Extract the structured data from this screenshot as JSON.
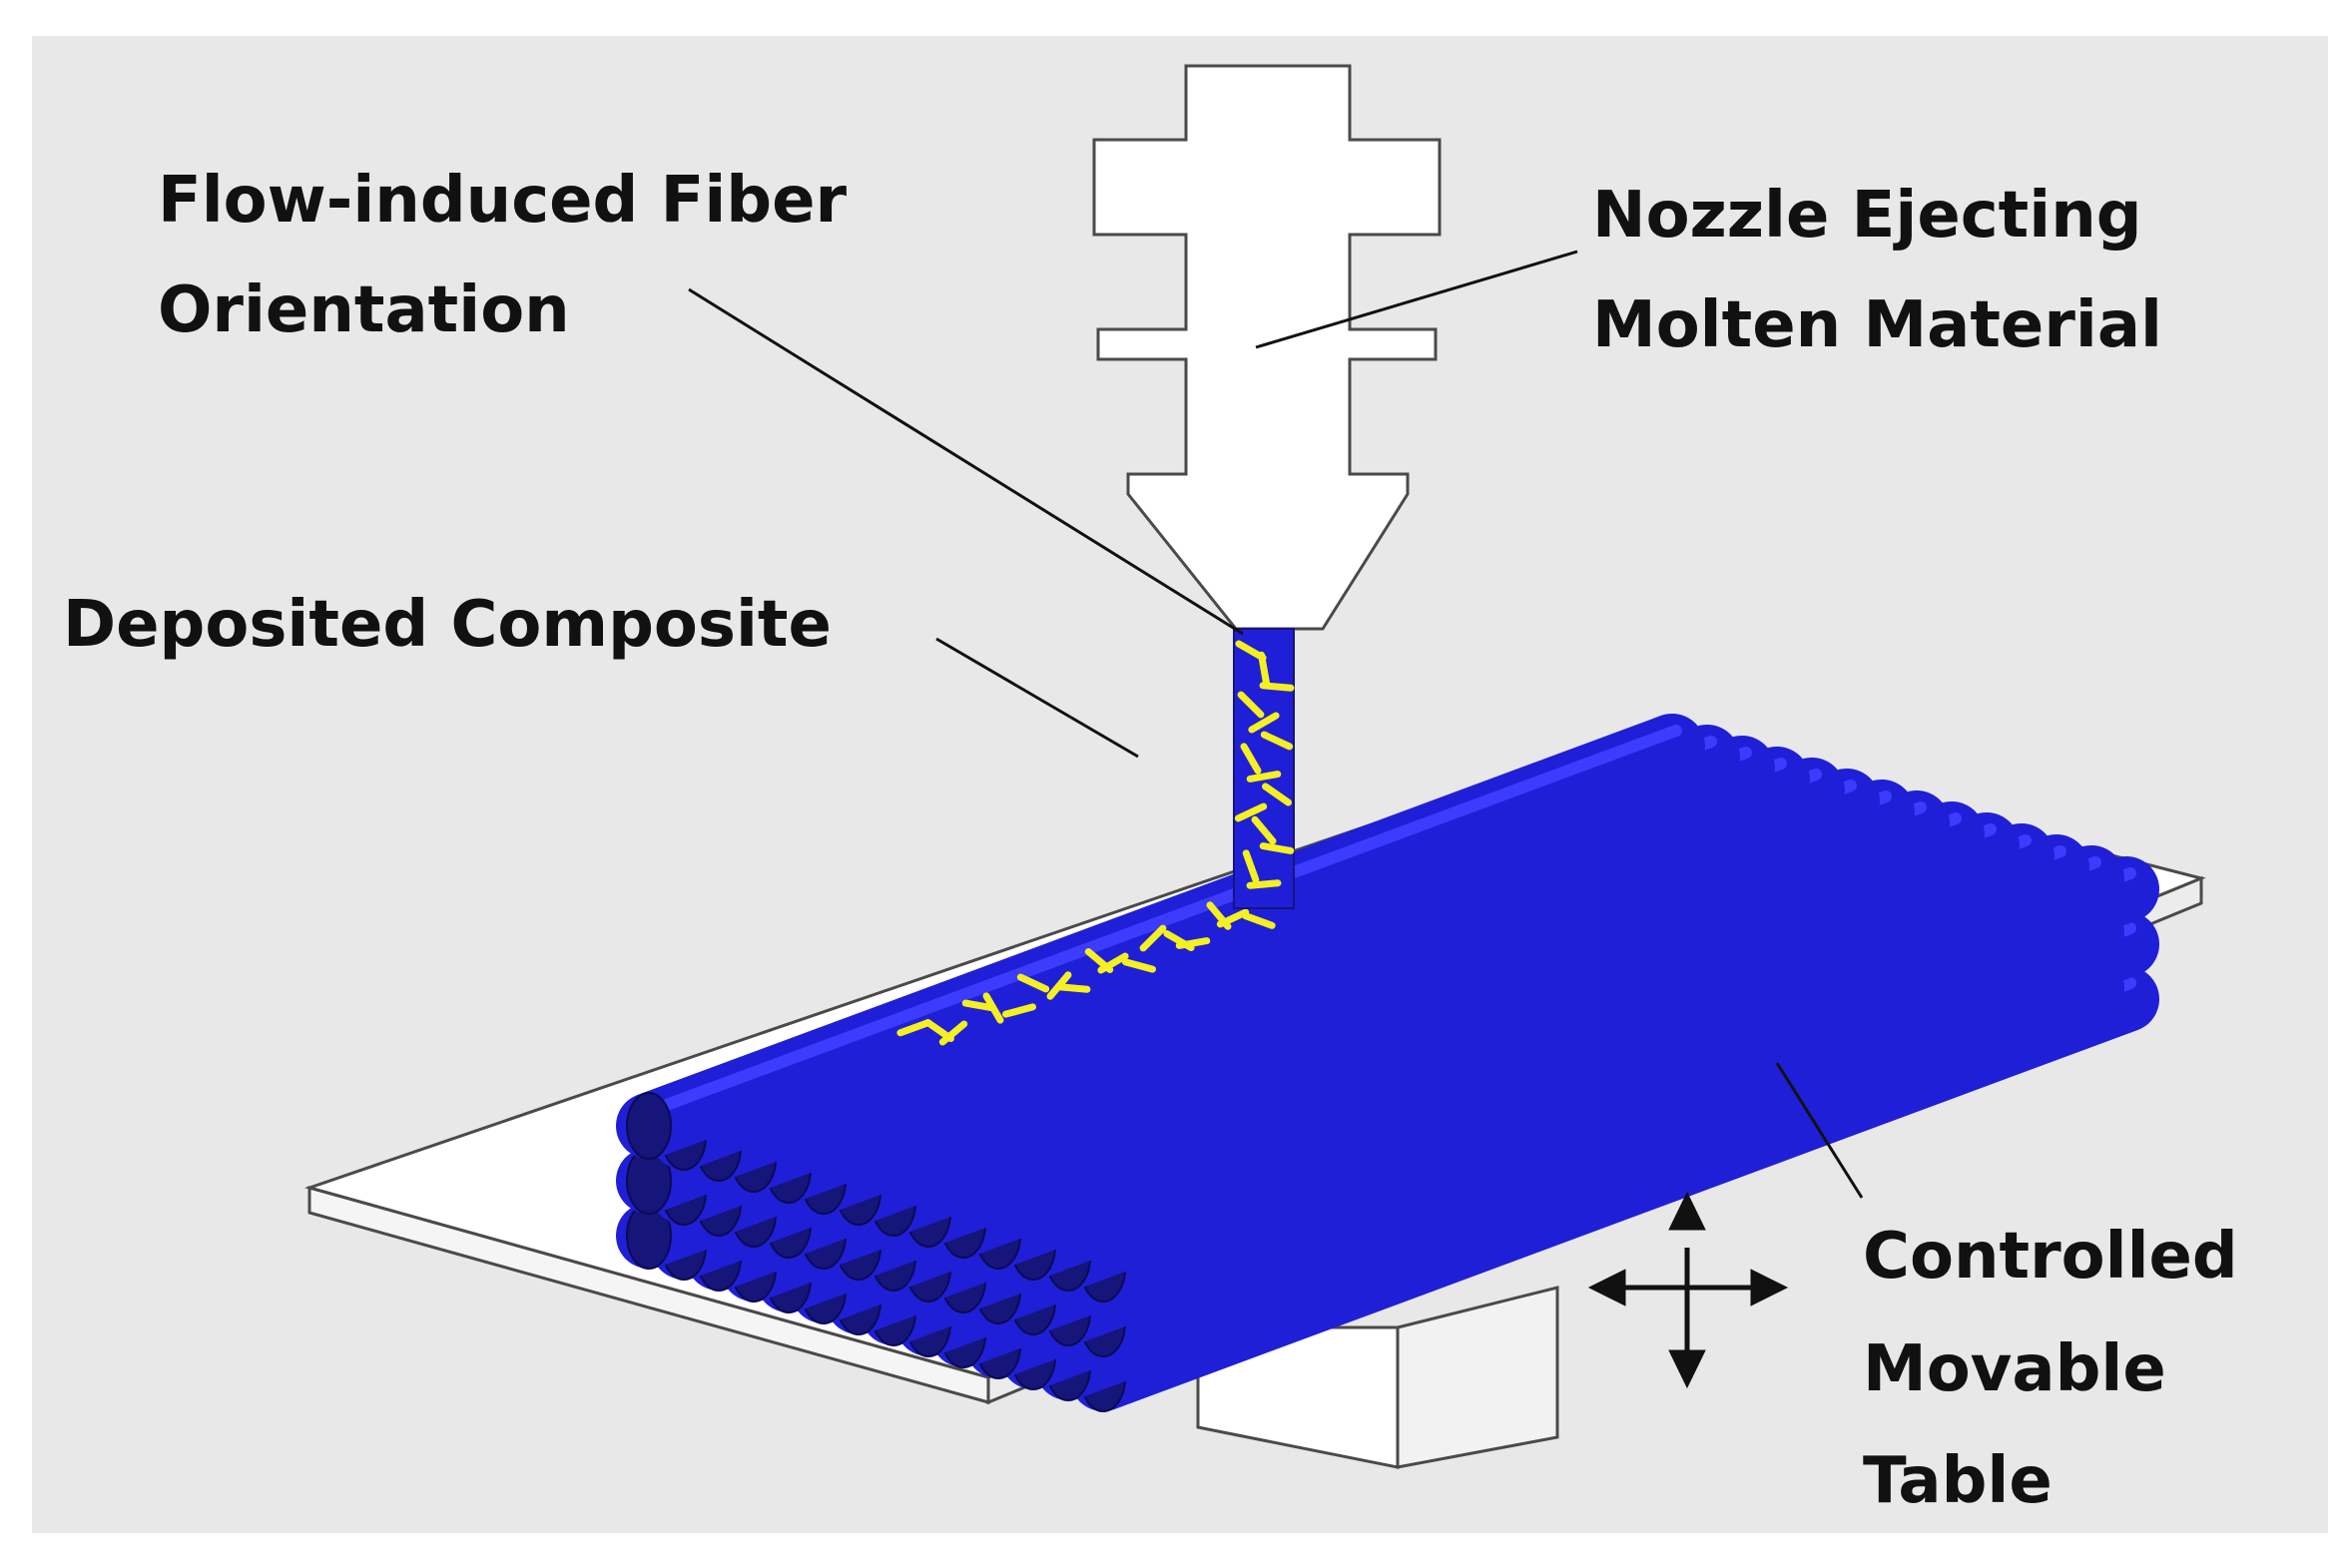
{
  "labels": {
    "fiber_orientation": [
      "Flow-induced Fiber",
      "Orientation"
    ],
    "nozzle": [
      "Nozzle Ejecting",
      "Molten Material"
    ],
    "deposited": [
      "Deposited Composite"
    ],
    "table": [
      "Controlled",
      "Movable",
      "Table"
    ]
  },
  "colors": {
    "background": "#e8e8e8",
    "filament": "#1f1fd8",
    "filament_dark": "#15157a",
    "fiber": "#f5f020",
    "nozzle": "#ffffff",
    "table": "#ffffff",
    "outline": "#4a4a4a",
    "text": "#111111"
  },
  "icons": {
    "movement": "four-way-arrow-icon"
  }
}
